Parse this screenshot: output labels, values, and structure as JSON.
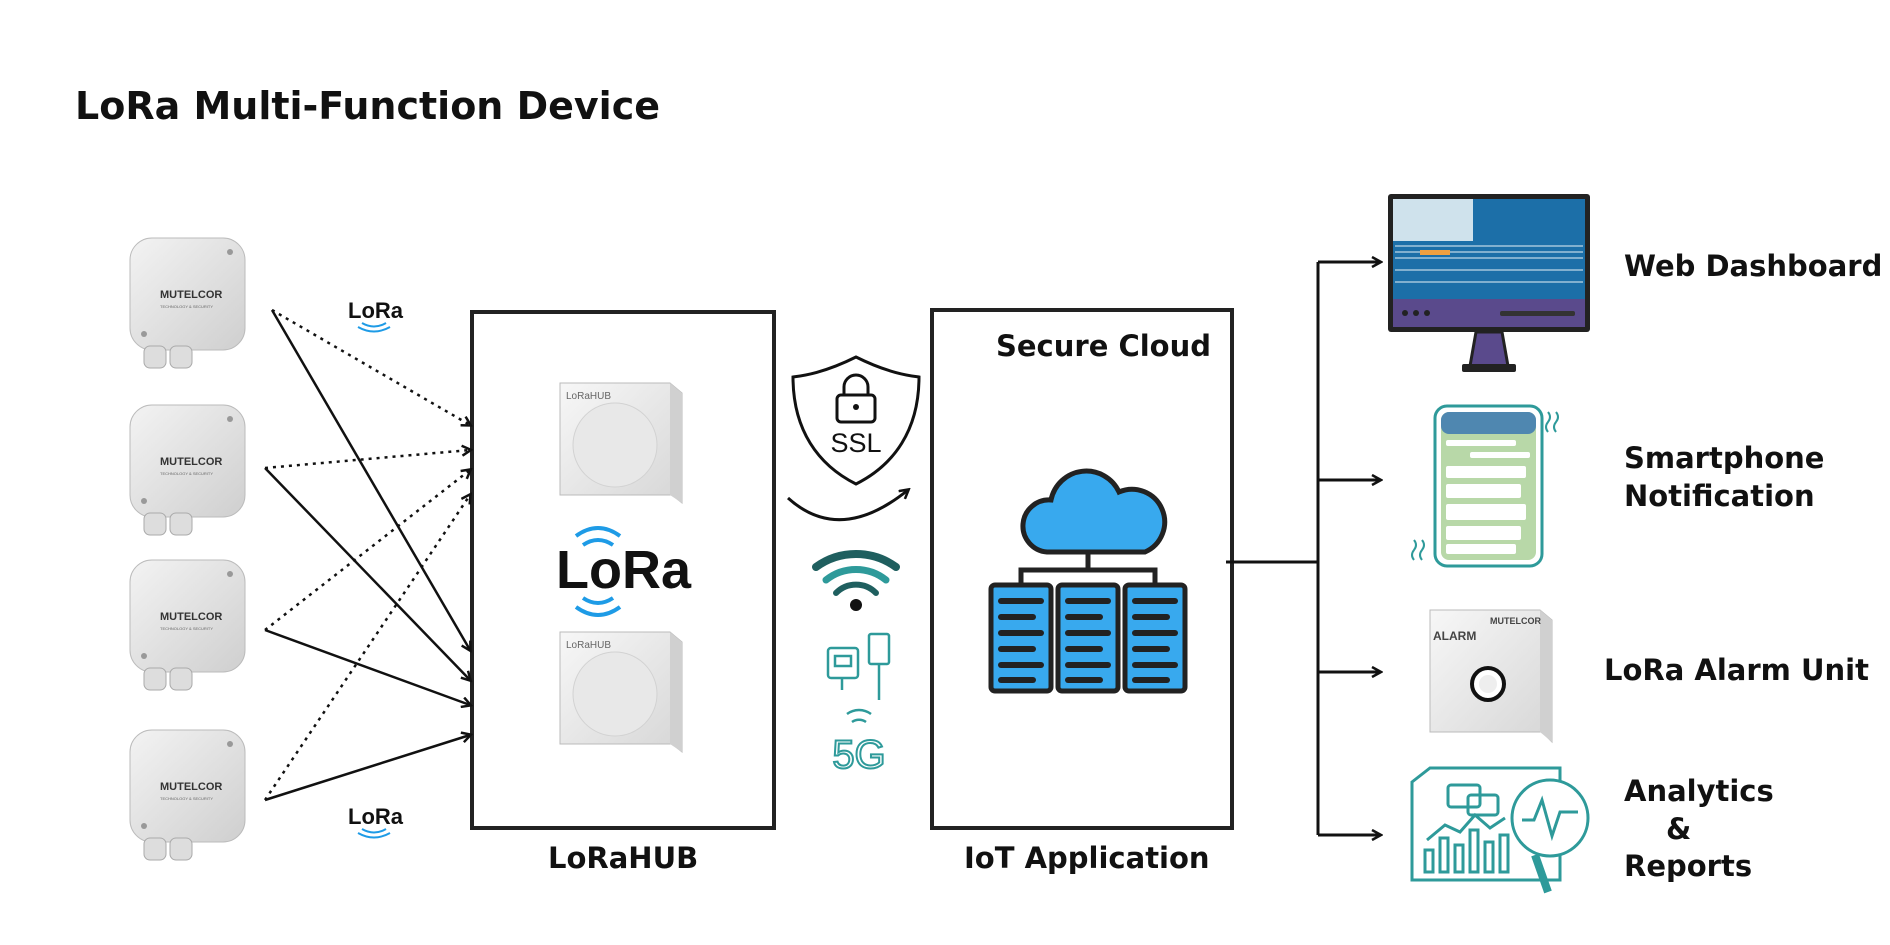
{
  "title": "LoRa Multi-Function Device",
  "device_brand": "MUTELCOR",
  "device_tagline": "TECHNOLOGY & SECURITY",
  "lora_badge": "LoRa",
  "hub": {
    "logo": "LoRa",
    "device_label": "LoRaHUB",
    "label": "LoRaHUB"
  },
  "link": {
    "ssl": "SSL",
    "cellular": "5G"
  },
  "cloud": {
    "title": "Secure Cloud",
    "label": "IoT Application"
  },
  "outputs": {
    "web_dashboard": "Web Dashboard",
    "smartphone_line1": "Smartphone",
    "smartphone_line2": "Notification",
    "alarm_unit": "LoRa Alarm Unit",
    "alarm_device_label": "ALARM",
    "analytics_line1": "Analytics",
    "analytics_line2": "&",
    "analytics_line3": "Reports"
  },
  "colors": {
    "accent_blue": "#1e9be6",
    "teal": "#2e9a9a",
    "dark": "#222222",
    "server_blue": "#38a9ee"
  }
}
